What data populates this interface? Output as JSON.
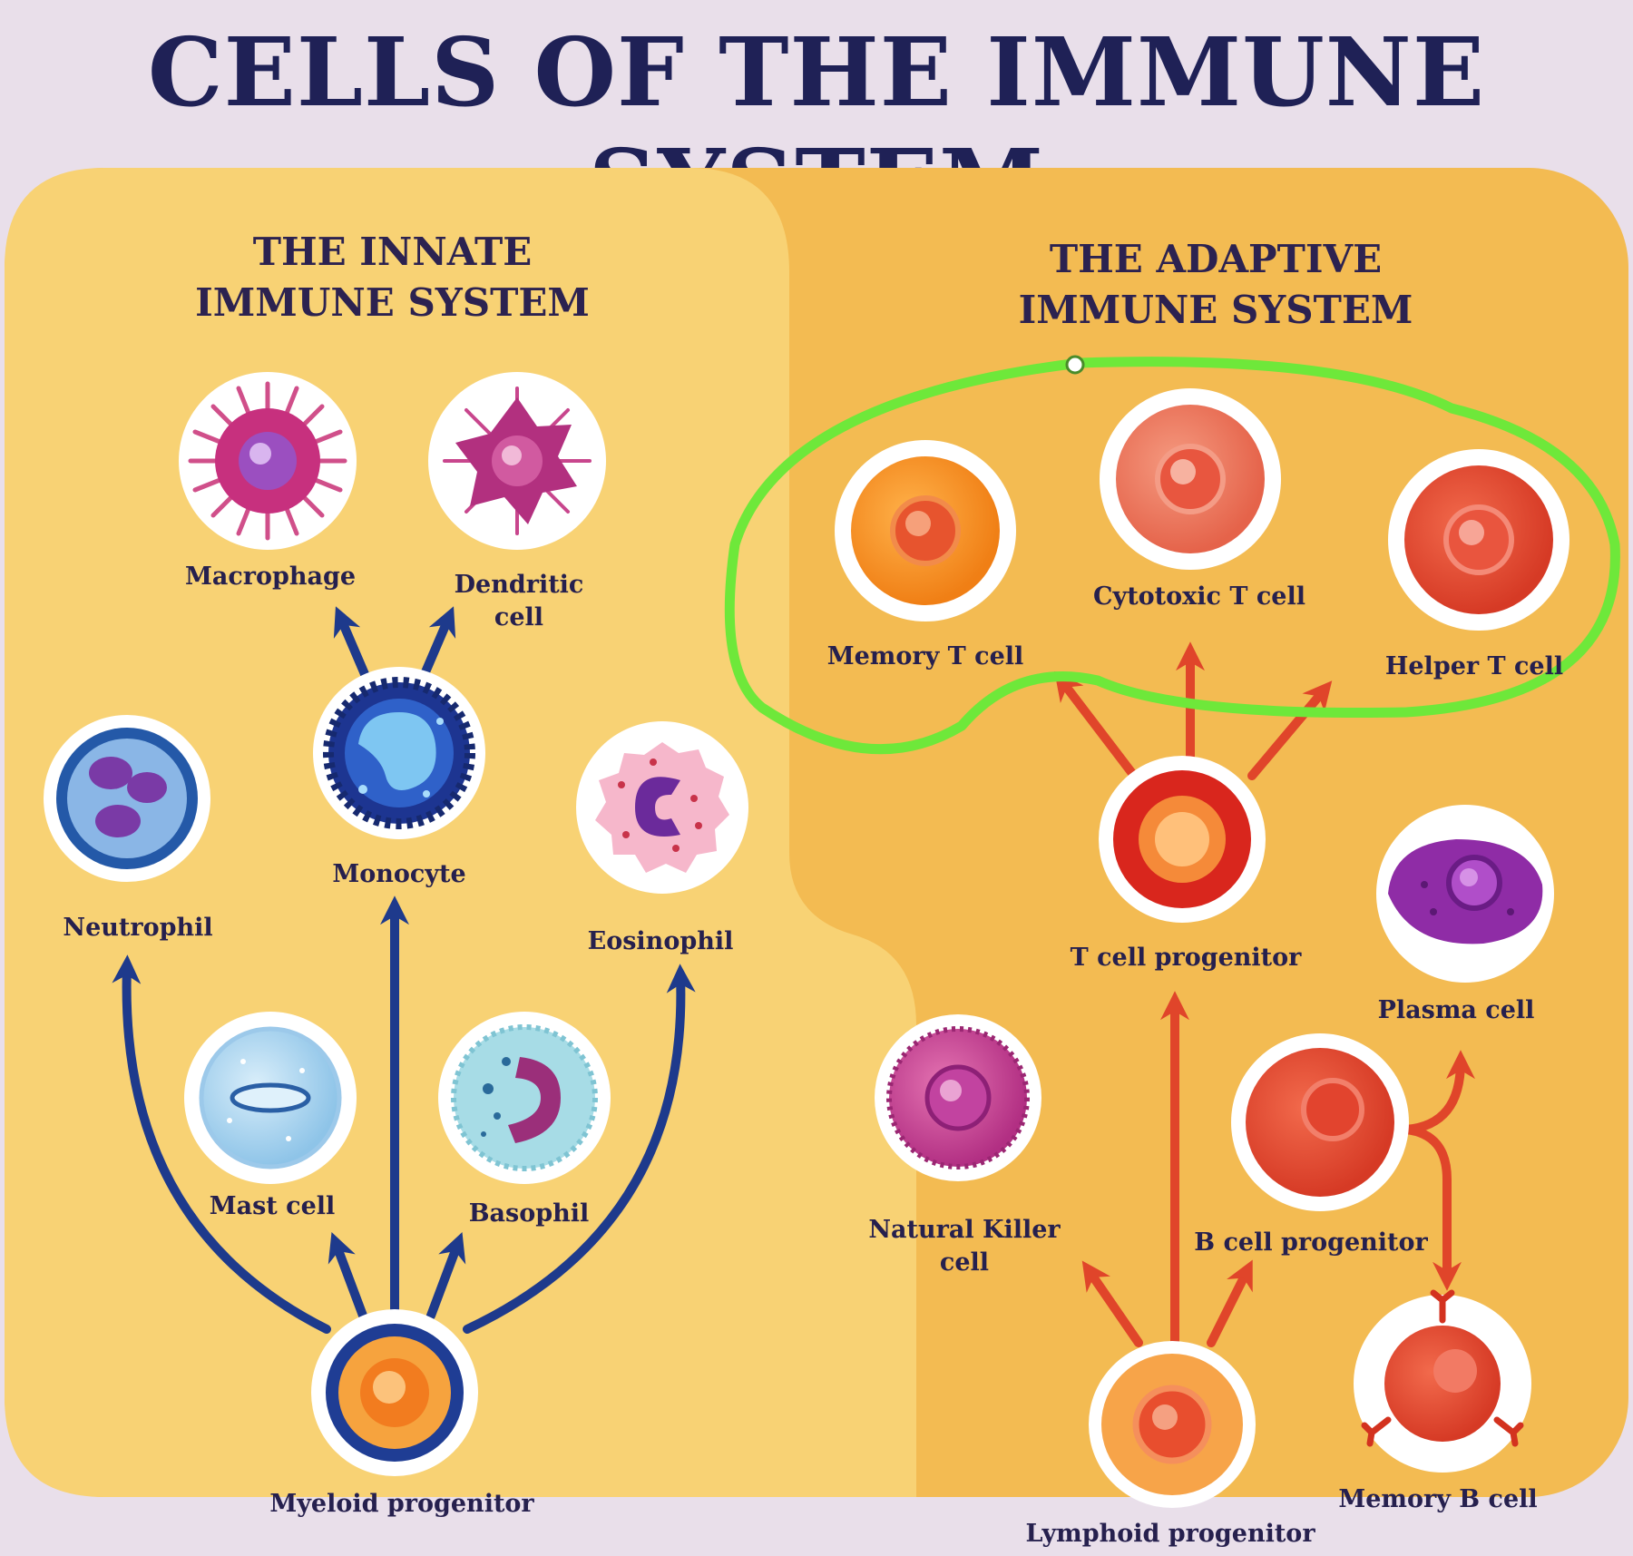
{
  "title": "CELLS OF THE IMMUNE SYSTEM",
  "innate": {
    "heading_line1": "THE INNATE",
    "heading_line2": "IMMUNE SYSTEM",
    "cells": {
      "macrophage": "Macrophage",
      "dendritic_line1": "Dendritic",
      "dendritic_line2": "cell",
      "monocyte": "Monocyte",
      "neutrophil": "Neutrophil",
      "eosinophil": "Eosinophil",
      "mast_cell": "Mast cell",
      "basophil": "Basophil",
      "myeloid_progenitor": "Myeloid progenitor"
    }
  },
  "adaptive": {
    "heading_line1": "THE ADAPTIVE",
    "heading_line2": "IMMUNE SYSTEM",
    "cells": {
      "memory_t_cell": "Memory T cell",
      "cytotoxic_t_cell": "Cytotoxic T cell",
      "helper_t_cell": "Helper T cell",
      "t_cell_progenitor": "T cell progenitor",
      "plasma_cell": "Plasma cell",
      "natural_killer_line1": "Natural Killer",
      "natural_killer_line2": "cell",
      "b_cell_progenitor": "B cell progenitor",
      "memory_b_cell": "Memory B cell",
      "lymphoid_progenitor": "Lymphoid progenitor"
    }
  },
  "colors": {
    "innate_arrows": "#1e3a8c",
    "adaptive_arrows": "#e0452a",
    "highlight_loop": "#6ee83a",
    "panel_light": "#f8d274",
    "panel_dark": "#f3bb52"
  }
}
